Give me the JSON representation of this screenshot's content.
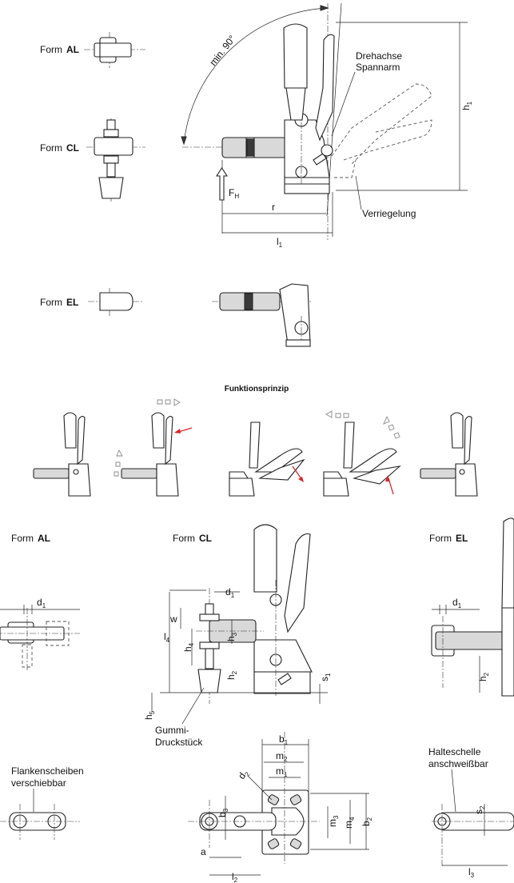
{
  "labels": {
    "form_word": "Form",
    "al": "AL",
    "cl": "CL",
    "el": "EL",
    "min_90": "min. 90°",
    "drehachse_1": "Drehachse",
    "drehachse_2": "Spannarm",
    "verriegelung": "Verriegelung",
    "fh": "F",
    "fh_sub": "H",
    "r": "r",
    "l1": "l",
    "l1_sub": "1",
    "h1": "h",
    "h1_sub": "1",
    "funktionsprinzip": "Funktionsprinzip",
    "gummi_1": "Gummi-",
    "gummi_2": "Druckstück",
    "flanken_1": "Flankenscheiben",
    "flanken_2": "verschiebbar",
    "halte_1": "Halteschelle",
    "halte_2": "anschweißbar"
  },
  "dims": {
    "d": "d",
    "d_1": "1",
    "w": "w",
    "l": "l",
    "l4_sub": "4",
    "l2_sub": "2",
    "l3_sub": "3",
    "h": "h",
    "h2_sub": "2",
    "h3_sub": "3",
    "h4_sub": "4",
    "h5_sub": "5",
    "s": "s",
    "s1_sub": "1",
    "s2_sub": "2",
    "b": "b",
    "b1_sub": "1",
    "b2_sub": "2",
    "b3_sub": "3",
    "m": "m",
    "m1_sub": "1",
    "m2_sub": "2",
    "m3_sub": "3",
    "m4_sub": "4",
    "d2_sub": "2",
    "a": "a"
  },
  "colors": {
    "line": "#222222",
    "accent_arrow": "#d9262b",
    "shade": "#d9d9d9"
  },
  "icons": [
    "arrow-up-icon",
    "curved-arrow-icon",
    "red-motion-arrow-icon",
    "hollow-triangle-arrow-icon"
  ]
}
